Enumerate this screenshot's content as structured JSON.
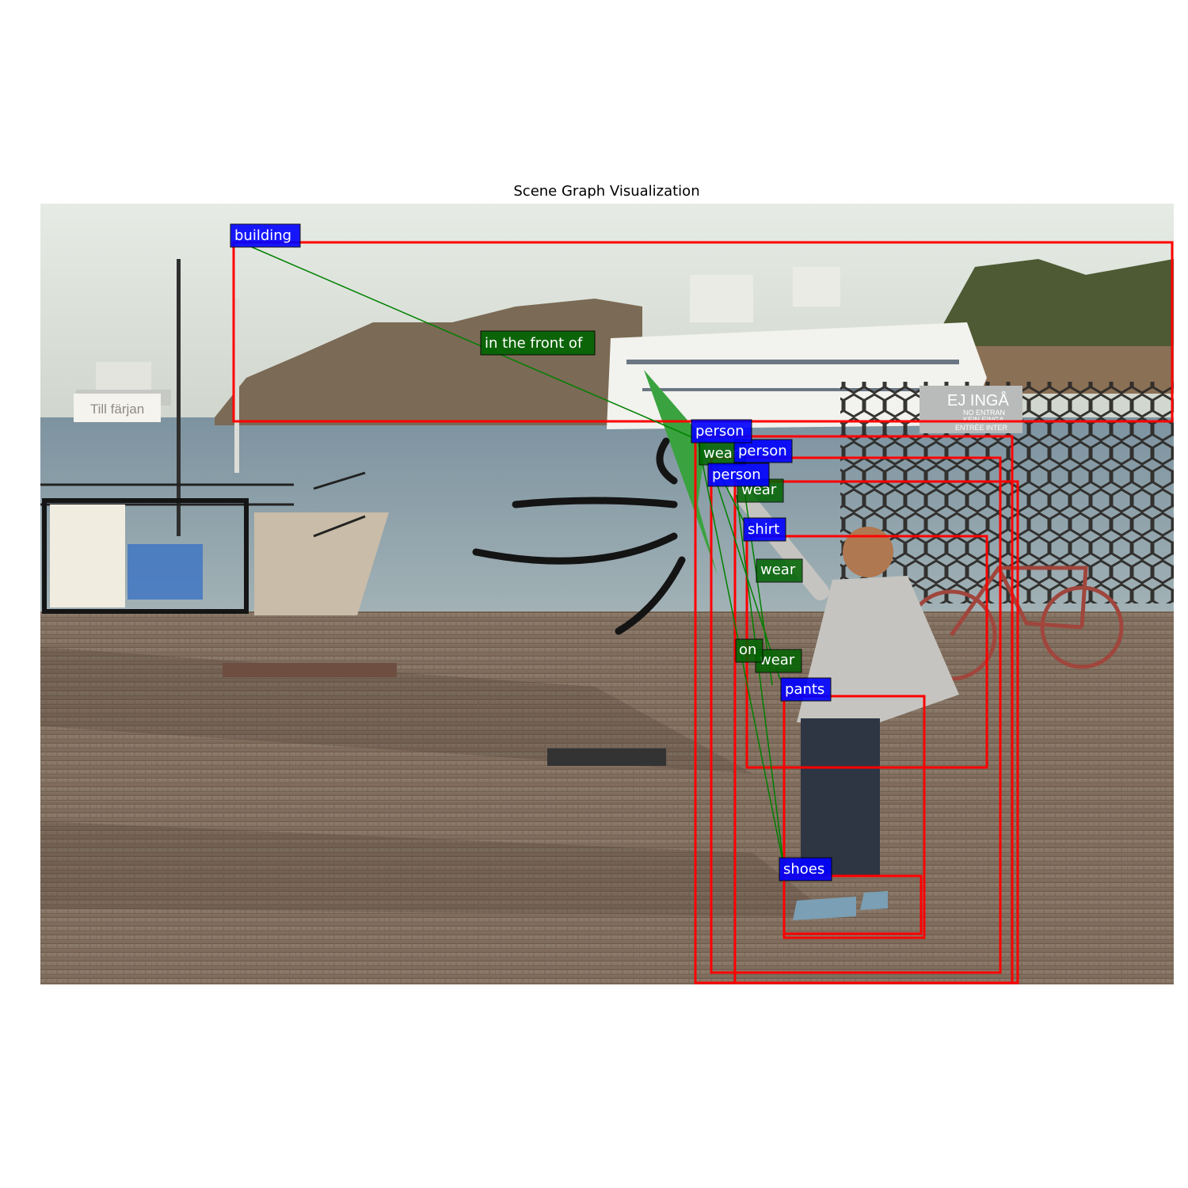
{
  "title": "Scene Graph Visualization",
  "colors": {
    "box": "#ff0000",
    "object_label_bg": "#0000ff",
    "relation_label_bg": "#006400",
    "relation_line": "#008000"
  },
  "photo_signs": {
    "ferry_sign": "Till färjan",
    "entry_sign": "EJ INGÅ",
    "entry_sign_line2": "NO ENTRAN",
    "entry_sign_line3": "KEIN EINGA",
    "entry_sign_line4": "ENTRÉE INTER"
  },
  "objects": [
    {
      "id": "building",
      "label": "building"
    },
    {
      "id": "person1",
      "label": "person"
    },
    {
      "id": "person2",
      "label": "person"
    },
    {
      "id": "person3",
      "label": "person"
    },
    {
      "id": "shirt",
      "label": "shirt"
    },
    {
      "id": "pants",
      "label": "pants"
    },
    {
      "id": "shoes",
      "label": "shoes"
    }
  ],
  "relations": [
    {
      "subject": "person1",
      "predicate": "in the front of",
      "object": "building"
    },
    {
      "subject": "person1",
      "predicate": "wear",
      "object": "shirt"
    },
    {
      "subject": "person2",
      "predicate": "wear",
      "object": "pants"
    },
    {
      "subject": "person3",
      "predicate": "wear",
      "object": "shoes"
    },
    {
      "subject": "person3",
      "predicate": "wear",
      "object": "shirt"
    },
    {
      "subject": "person2",
      "predicate": "on",
      "object": "shoes"
    }
  ]
}
